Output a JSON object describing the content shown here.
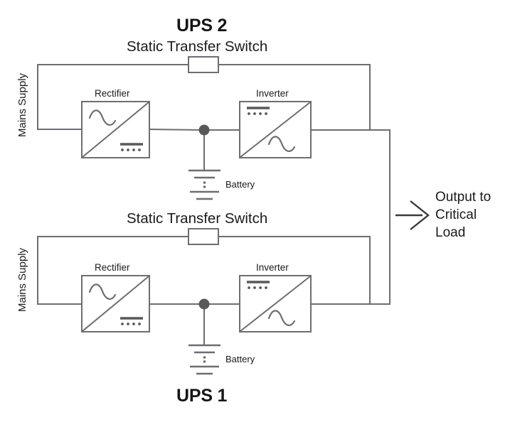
{
  "diagram": {
    "title_top": "UPS 2",
    "title_bottom": "UPS 1",
    "output_label_lines": [
      "Output to",
      "Critical",
      "Load"
    ],
    "colors": {
      "wire": "#6d6e71",
      "text": "#1a1a1a",
      "node": "#58595b",
      "background": "#ffffff"
    },
    "units": [
      {
        "id": "ups-2",
        "name": "UPS 2",
        "sts_label": "Static Transfer Switch",
        "mains_label": "Mains Supply",
        "rectifier_label": "Rectifier",
        "inverter_label": "Inverter",
        "battery_label": "Battery"
      },
      {
        "id": "ups-1",
        "name": "UPS 1",
        "sts_label": "Static Transfer Switch",
        "mains_label": "Mains Supply",
        "rectifier_label": "Rectifier",
        "inverter_label": "Inverter",
        "battery_label": "Battery"
      }
    ],
    "icons": {
      "ac_wave": "sine-wave-icon",
      "dc_symbol": "dc-bars-icon",
      "battery": "battery-cells-icon",
      "node": "junction-dot-icon",
      "arrow": "output-arrow-icon"
    }
  }
}
